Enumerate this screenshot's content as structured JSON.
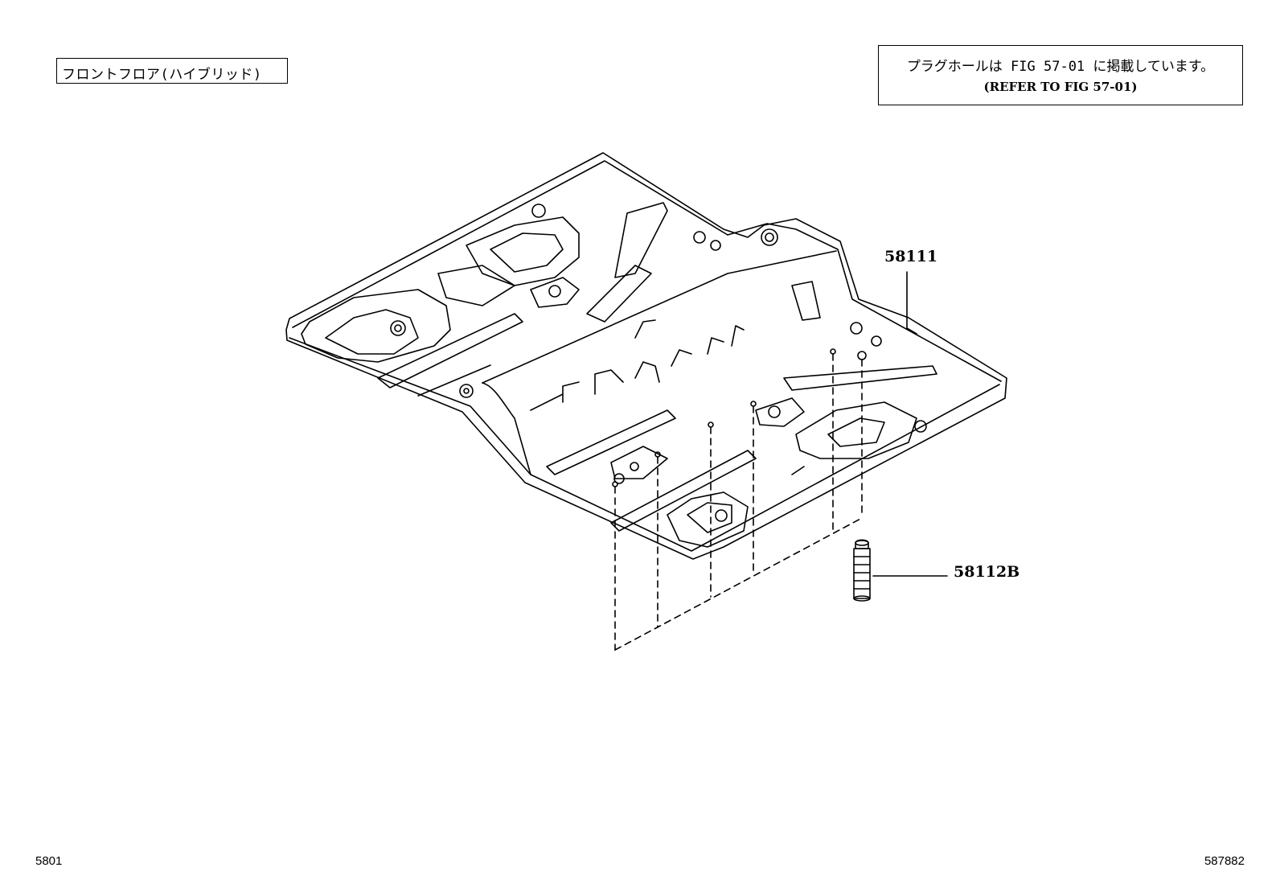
{
  "title_box": {
    "text": "フロントフロア(ハイブリッド)"
  },
  "note_box": {
    "line1": "プラグホールは FIG 57-01 に掲載しています。",
    "line2": "(REFER TO FIG 57-01)"
  },
  "parts": [
    {
      "number": "58111"
    },
    {
      "number": "58112B"
    }
  ],
  "footer": {
    "left": "5801",
    "right": "587882"
  }
}
